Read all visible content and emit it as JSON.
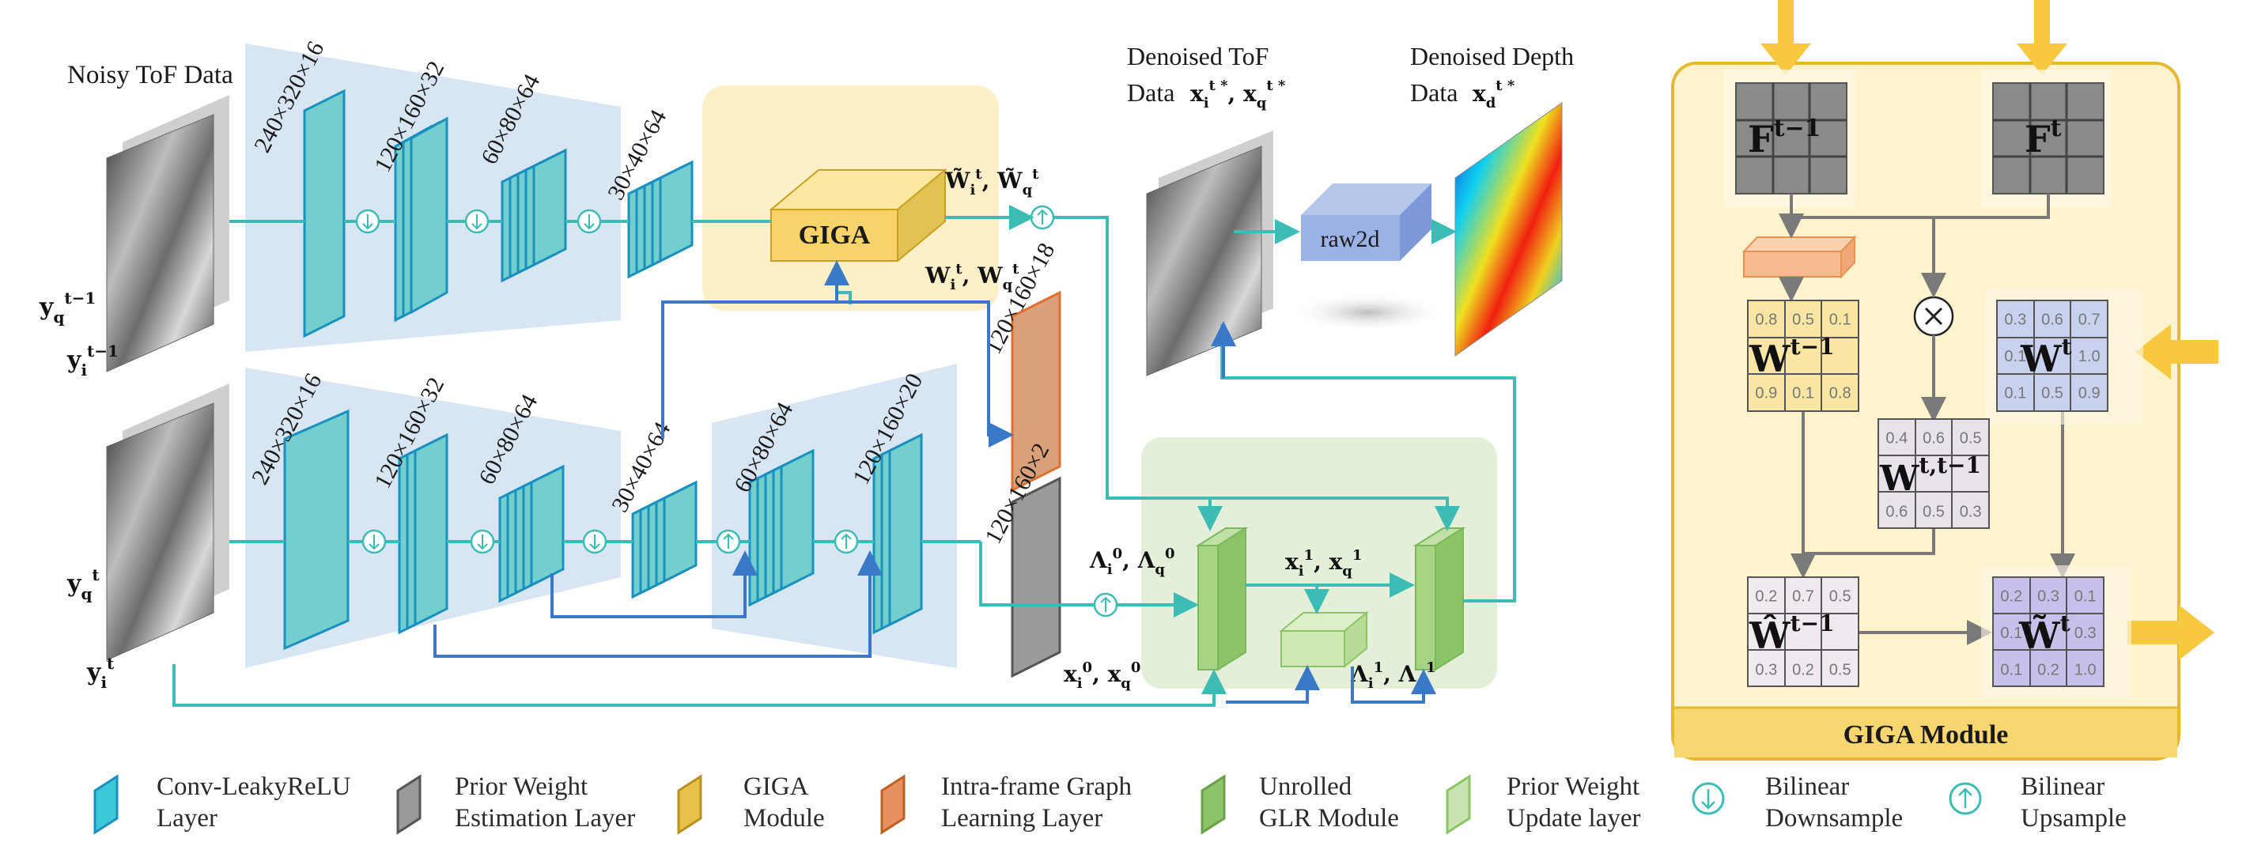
{
  "labels": {
    "noisy_tof": "Noisy ToF Data",
    "denoised_tof_line1": "Denoised ToF",
    "denoised_tof_line2": "Data",
    "denoised_depth_line1": "Denoised Depth",
    "denoised_depth_line2": "Data",
    "giga": "GIGA",
    "raw2d": "raw2d",
    "giga_module_title": "GIGA Module"
  },
  "dims": {
    "top1": "240×320×16",
    "top2": "120×160×32",
    "top3": "60×80×64",
    "top4": "30×40×64",
    "bot1": "240×320×16",
    "bot2": "120×160×32",
    "bot3": "60×80×64",
    "bot4": "30×40×64",
    "bot5": "60×80×64",
    "bot6": "120×160×20",
    "orange": "120×160×18",
    "gray": "120×160×2"
  },
  "grids": {
    "w_prev": [
      "0.8",
      "0.5",
      "0.1",
      "",
      "",
      "",
      "0.9",
      "0.1",
      "0.8"
    ],
    "w_cur": [
      "0.3",
      "0.6",
      "0.7",
      "0.1",
      "",
      "1.0",
      "0.1",
      "0.5",
      "0.9"
    ],
    "w_tt": [
      "0.4",
      "0.6",
      "0.5",
      "",
      "",
      "",
      "0.6",
      "0.5",
      "0.3"
    ],
    "wh_prev": [
      "0.2",
      "0.7",
      "0.5",
      "",
      "",
      "",
      "0.3",
      "0.2",
      "0.5"
    ],
    "wh_cur": [
      "0.2",
      "0.3",
      "0.1",
      "0.1",
      "",
      "0.3",
      "0.1",
      "0.2",
      "1.0"
    ]
  },
  "legend": [
    {
      "l1": "Conv-LeakyReLU",
      "l2": "Layer"
    },
    {
      "l1": "Prior Weight",
      "l2": "Estimation Layer"
    },
    {
      "l1": "GIGA",
      "l2": "Module"
    },
    {
      "l1": "Intra-frame Graph",
      "l2": "Learning Layer"
    },
    {
      "l1": "Unrolled",
      "l2": "GLR Module"
    },
    {
      "l1": "Prior Weight",
      "l2": "Update layer"
    },
    {
      "l1": "Bilinear",
      "l2": "Downsample"
    },
    {
      "l1": "Bilinear",
      "l2": "Upsample"
    }
  ],
  "colors": {
    "teal": "#3cbcb4",
    "blue": "#3a78c8",
    "conv": "#72cfcd",
    "gold": "#f8c840"
  }
}
